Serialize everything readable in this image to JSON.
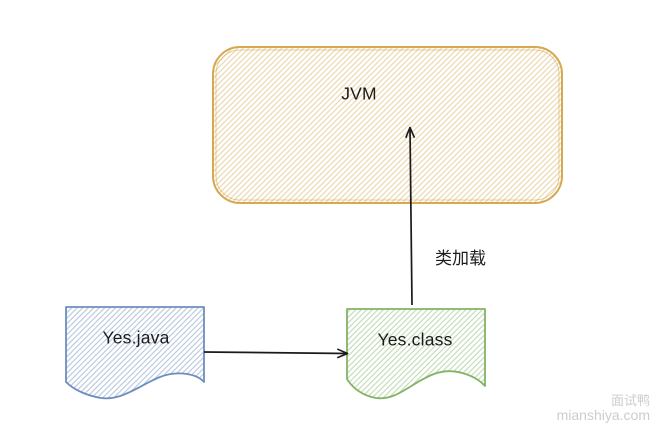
{
  "diagram": {
    "jvm": {
      "label": "JVM"
    },
    "java_file": {
      "label": "Yes.java"
    },
    "class_file": {
      "label": "Yes.class"
    },
    "class_load_arrow": {
      "label": "类加载"
    },
    "colors": {
      "jvm_border": "#D6A850",
      "java_border": "#6C8EBF",
      "class_border": "#82B366",
      "arrow": "#1A1A1A",
      "label_text": "#1B1B1B",
      "watermark_text": "#CDCDCD"
    }
  },
  "watermark": {
    "brand": "面试鸭",
    "domain": "mianshiya.com"
  }
}
